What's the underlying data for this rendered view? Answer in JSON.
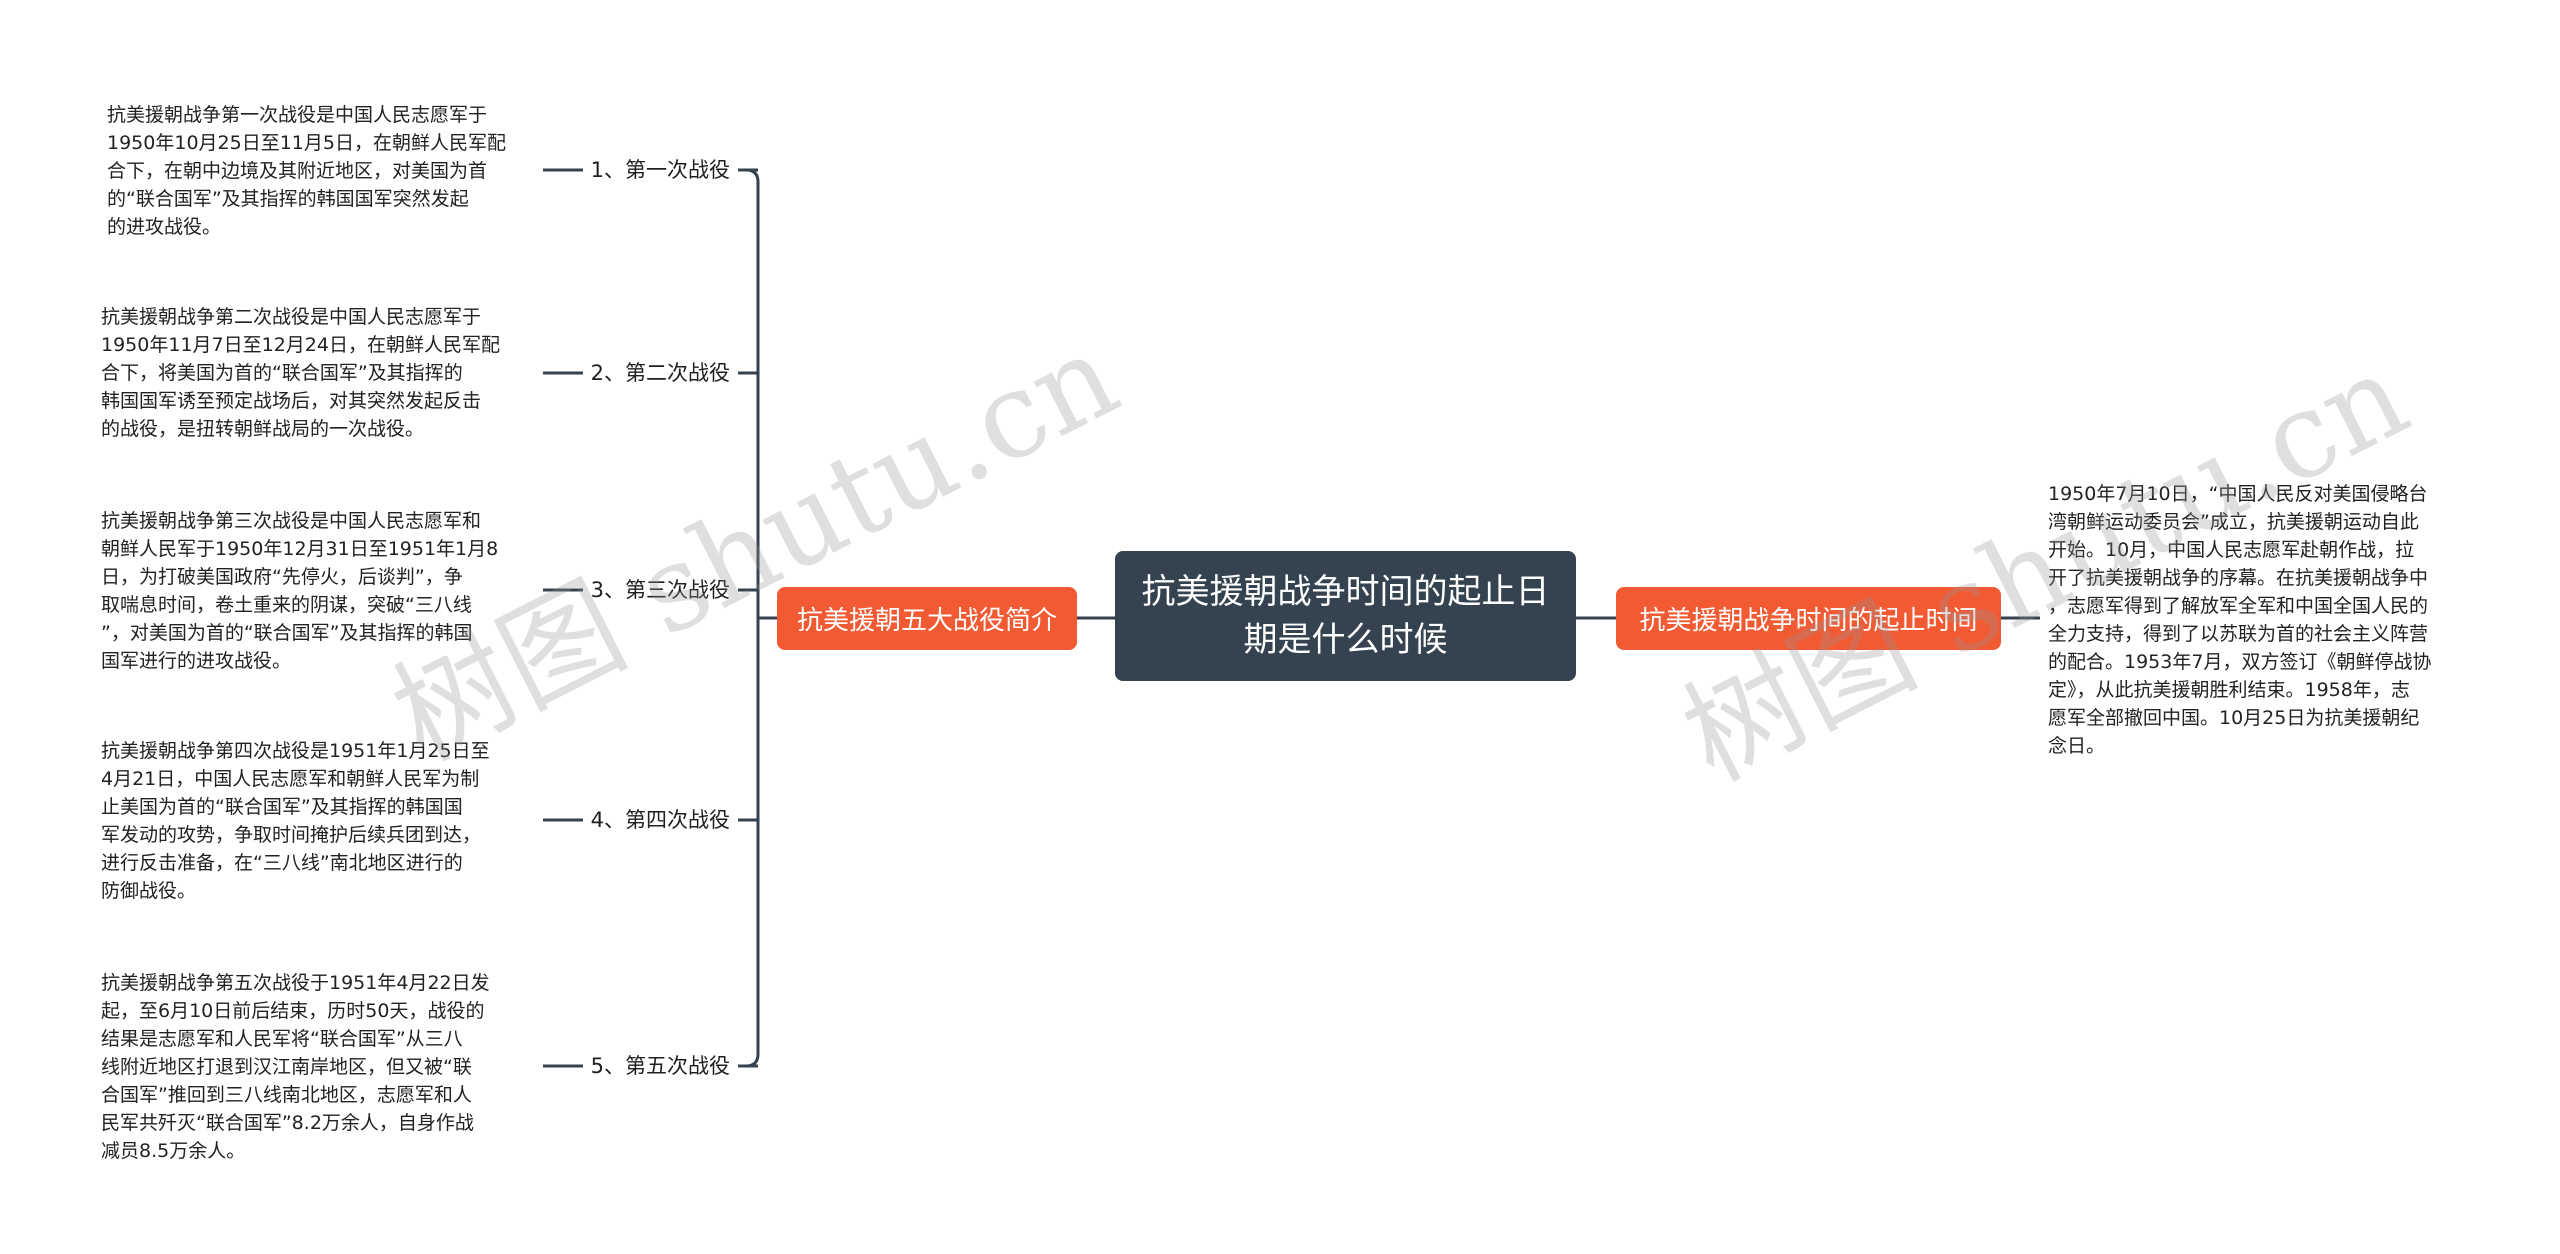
{
  "root": {
    "title": "抗美援朝战争时间的起止日期是什么时候"
  },
  "left_branch": {
    "label": "抗美援朝五大战役简介",
    "children": [
      {
        "label": "1、第一次战役",
        "note": "抗美援朝战争第一次战役是中国人民志愿军于\n1950年10月25日至11月5日，在朝鲜人民军配\n合下，在朝中边境及其附近地区，对美国为首\n的“联合国军”及其指挥的韩国国军突然发起\n的进攻战役。"
      },
      {
        "label": "2、第二次战役",
        "note": "抗美援朝战争第二次战役是中国人民志愿军于\n1950年11月7日至12月24日，在朝鲜人民军配\n合下，将美国为首的“联合国军”及其指挥的\n韩国国军诱至预定战场后，对其突然发起反击\n的战役，是扭转朝鲜战局的一次战役。"
      },
      {
        "label": "3、第三次战役",
        "note": "抗美援朝战争第三次战役是中国人民志愿军和\n朝鲜人民军于1950年12月31日至1951年1月8\n日，为打破美国政府“先停火，后谈判”，争\n取喘息时间，卷土重来的阴谋，突破“三八线\n”，对美国为首的“联合国军”及其指挥的韩国\n国军进行的进攻战役。"
      },
      {
        "label": "4、第四次战役",
        "note": "抗美援朝战争第四次战役是1951年1月25日至\n4月21日，中国人民志愿军和朝鲜人民军为制\n止美国为首的“联合国军”及其指挥的韩国国\n军发动的攻势，争取时间掩护后续兵团到达，\n进行反击准备，在“三八线”南北地区进行的\n防御战役。"
      },
      {
        "label": "5、第五次战役",
        "note": "抗美援朝战争第五次战役于1951年4月22日发\n起，至6月10日前后结束，历时50天，战役的\n结果是志愿军和人民军将“联合国军”从三八\n线附近地区打退到汉江南岸地区，但又被“联\n合国军”推回到三八线南北地区，志愿军和人\n民军共歼灭“联合国军”8.2万余人，自身作战\n减员8.5万余人。"
      }
    ]
  },
  "right_branch": {
    "label": "抗美援朝战争时间的起止时间",
    "note": "1950年7月10日，“中国人民反对美国侵略台\n湾朝鲜运动委员会”成立，抗美援朝运动自此\n开始。10月，中国人民志愿军赴朝作战，拉\n开了抗美援朝战争的序幕。在抗美援朝战争中\n，志愿军得到了解放军全军和中国全国人民的\n全力支持，得到了以苏联为首的社会主义阵营\n的配合。1953年7月，双方签订《朝鲜停战协\n定》，从此抗美援朝胜利结束。1958年，志\n愿军全部撤回中国。10月25日为抗美援朝纪\n念日。"
  },
  "watermarks": [
    "树图 shutu.cn",
    "树图 shutu.cn"
  ],
  "colors": {
    "root_bg": "#35424f",
    "branch_bg": "#f25a33",
    "line": "#35424f"
  }
}
